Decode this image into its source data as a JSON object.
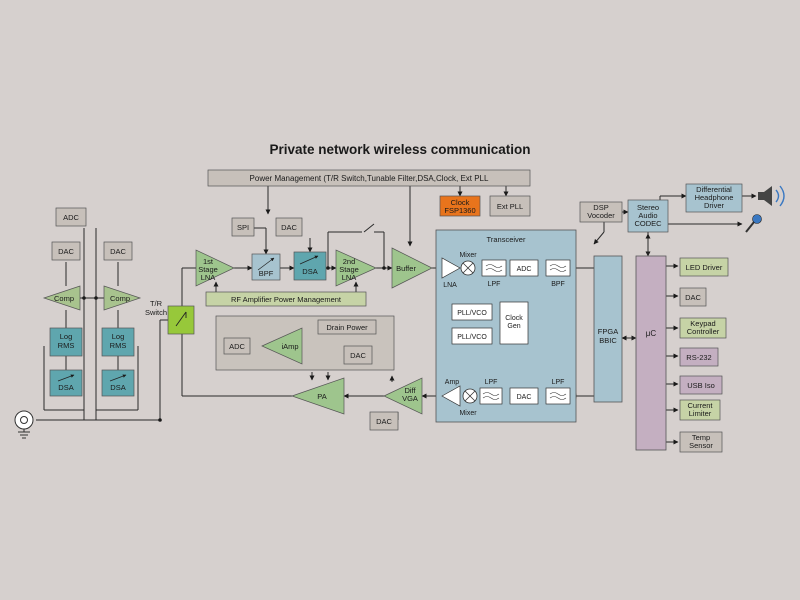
{
  "title": "Private network wireless communication",
  "colors": {
    "background": "#d6d0ce",
    "grey_block": "#c7c0ba",
    "green_block": "#a8c38e",
    "green_amp": "#9ec58d",
    "teal_block": "#5fa6ae",
    "blue_block": "#a7c3cf",
    "purple_block": "#c4afc1",
    "orange_block": "#e8741c",
    "bright_green": "#97c83a",
    "bar_green": "#c6d3a6"
  },
  "labels": {
    "power_mgmt": "Power Management (T/R Switch,Tunable Filter,DSA,Clock, Ext PLL",
    "clock_fsp": "Clock FSP1360",
    "ext_pll": "Ext PLL",
    "adc_left": "ADC",
    "dac_left1": "DAC",
    "dac_left2": "DAC",
    "comp1": "Comp",
    "comp2": "Comp",
    "log_rms1": "Log RMS",
    "log_rms2": "Log RMS",
    "dsa_left1": "DSA",
    "dsa_left2": "DSA",
    "tr_switch": "T/R Switch",
    "spi": "SPI",
    "dac_top": "DAC",
    "stage1_lna": "1st Stage LNA",
    "bpf": "BPF",
    "dsa_mid": "DSA",
    "stage2_lna": "2nd Stage LNA",
    "buffer": "Buffer",
    "rf_amp_pm": "RF Amplifier Power Management",
    "adc_iamp": "ADC",
    "iamp": "iAmp",
    "drain_power": "Drain Power",
    "dac_drain": "DAC",
    "pa": "PA",
    "diff_vga": "Diff VGA",
    "dac_vga": "DAC",
    "transceiver": "Transceiver",
    "mixer_top": "Mixer",
    "lna_tx": "LNA",
    "lpf_top": "LPF",
    "adc_tx": "ADC",
    "bpf_tx": "BPF",
    "pll_vco1": "PLL/VCO",
    "pll_vco2": "PLL/VCO",
    "clock_gen": "Clock Gen",
    "amp_tx": "Amp",
    "lpf_bot": "LPF",
    "dac_tx": "DAC",
    "lpf_bot2": "LPF",
    "mixer_bot": "Mixer",
    "fpga": "FPGA BBIC",
    "dsp_vocoder": "DSP Vocoder",
    "stereo_codec": "Stereo Audio CODEC",
    "headphone_driver": "Differential Headphone Driver",
    "uc": "μC",
    "led_driver": "LED Driver",
    "dac_right": "DAC",
    "keypad": "Keypad Controller",
    "rs232": "RS-232",
    "usb_iso": "USB Iso",
    "current_limiter": "Current Limiter",
    "temp_sensor": "Temp Sensor"
  },
  "icons": {
    "antenna": "antenna-icon",
    "speaker": "speaker-icon",
    "microphone": "microphone-icon",
    "switch": "switch-icon"
  }
}
